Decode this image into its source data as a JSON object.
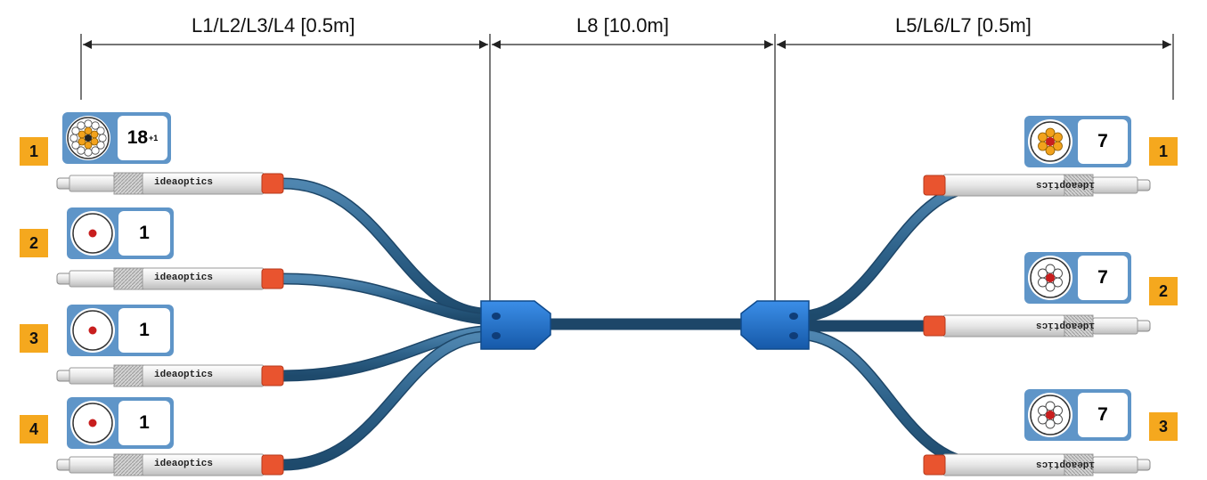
{
  "dimensions": {
    "left": "L1/L2/L3/L4 [0.5m]",
    "middle": "L8 [10.0m]",
    "right": "L5/L6/L7 [0.5m]"
  },
  "left_connectors": [
    {
      "number": "1",
      "count": "18",
      "count_sup": "+1",
      "brand": "ideaoptics",
      "icon": "multi-strand-18-plus-1-icon"
    },
    {
      "number": "2",
      "count": "1",
      "count_sup": "",
      "brand": "ideaoptics",
      "icon": "single-core-icon"
    },
    {
      "number": "3",
      "count": "1",
      "count_sup": "",
      "brand": "ideaoptics",
      "icon": "single-core-icon"
    },
    {
      "number": "4",
      "count": "1",
      "count_sup": "",
      "brand": "ideaoptics",
      "icon": "single-core-icon"
    }
  ],
  "right_connectors": [
    {
      "number": "1",
      "count": "7",
      "brand": "ideaoptics",
      "icon": "seven-strand-orange-icon"
    },
    {
      "number": "2",
      "count": "7",
      "brand": "ideaoptics",
      "icon": "seven-strand-white-icon"
    },
    {
      "number": "3",
      "count": "7",
      "brand": "ideaoptics",
      "icon": "seven-strand-white-icon"
    }
  ],
  "colors": {
    "cable": "#2e628a",
    "splitter": "#1f6fcc",
    "badge": "#f5a81e",
    "card": "#5f95c8",
    "plug_tip": "#e9542f",
    "core": "#c81e1e",
    "strand_orange": "#f2a21c"
  }
}
